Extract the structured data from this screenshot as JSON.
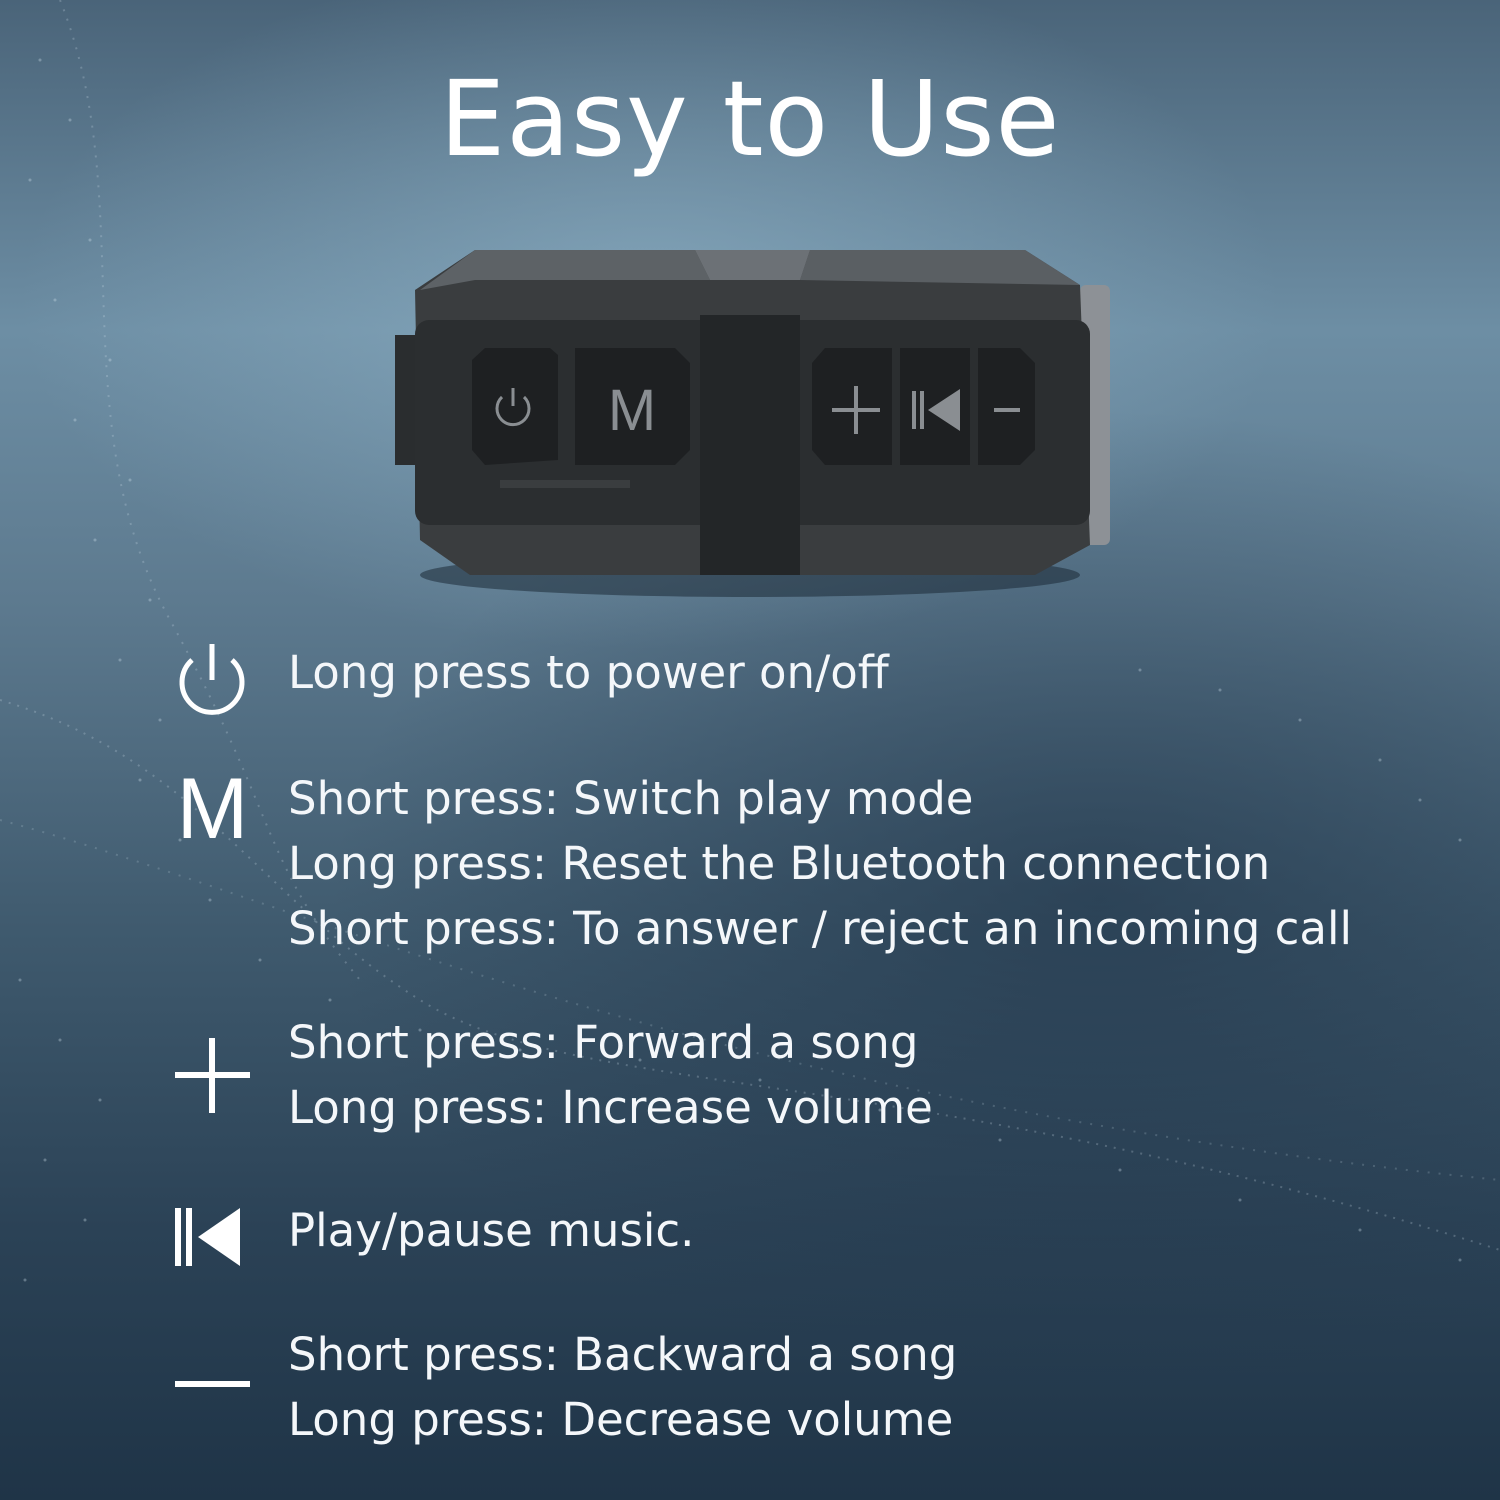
{
  "title": "Easy to Use",
  "device": {
    "name": "speaker-illustration",
    "buttons": [
      {
        "icon": "power-icon"
      },
      {
        "icon": "m-icon",
        "label": "M"
      },
      {
        "icon": "plus-icon"
      },
      {
        "icon": "play-pause-icon"
      },
      {
        "icon": "minus-icon"
      }
    ]
  },
  "instructions": [
    {
      "icon": "power-icon",
      "lines": [
        "Long press to power on/off"
      ]
    },
    {
      "icon": "m-icon",
      "icon_text": "M",
      "lines": [
        "Short press: Switch play mode",
        "Long press: Reset the Bluetooth connection",
        "Short press: To answer / reject an incoming call"
      ]
    },
    {
      "icon": "plus-icon",
      "lines": [
        "Short press: Forward a song",
        "Long press: Increase volume"
      ]
    },
    {
      "icon": "play-pause-icon",
      "lines": [
        "Play/pause music."
      ]
    },
    {
      "icon": "minus-icon",
      "lines": [
        "Short press: Backward a song",
        "Long press: Decrease volume"
      ]
    }
  ],
  "colors": {
    "background_top": "#4a6479",
    "background_bottom": "#1f3447",
    "text": "#ffffff",
    "speaker_body": "#3a3d3f"
  }
}
